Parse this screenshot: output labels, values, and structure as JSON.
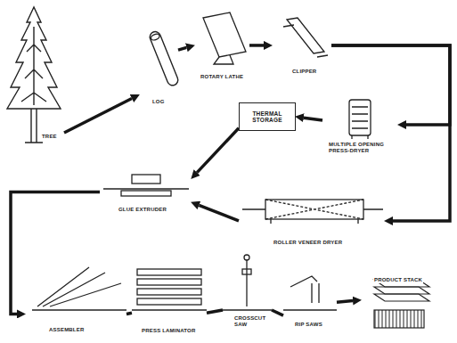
{
  "diagram": {
    "nodes": [
      {
        "text": [
          "TREE"
        ]
      },
      {
        "text": [
          "LOG"
        ]
      },
      {
        "text": [
          "ROTARY LATHE"
        ]
      },
      {
        "text": [
          "CLIPPER"
        ]
      },
      {
        "text": [
          "MULTIPLE OPENING PRESS-DRYER"
        ]
      },
      {
        "text": [
          "THERMAL STORAGE"
        ]
      },
      {
        "text": [
          "GLUE EXTRUDER"
        ]
      },
      {
        "text": [
          "ROLLER VENEER DRYER"
        ]
      },
      {
        "text": [
          "ASSEMBLER"
        ]
      },
      {
        "text": [
          "PRESS LAMINATOR"
        ]
      },
      {
        "text": [
          "CROSSCUT SAW"
        ]
      },
      {
        "text": [
          "RIP SAWS"
        ]
      },
      {
        "text": [
          "PRODUCT STACK"
        ]
      }
    ],
    "edges": [
      {
        "from": 0,
        "to": 1,
        "arrow": "to"
      },
      {
        "from": 1,
        "to": 2,
        "arrow": "to"
      },
      {
        "from": 2,
        "to": 3,
        "arrow": "to"
      },
      {
        "from": 3,
        "to": 4,
        "arrow": "to"
      },
      {
        "from": 3,
        "to": 7,
        "arrow": "to"
      },
      {
        "from": 4,
        "to": 5,
        "arrow": "to"
      },
      {
        "from": 5,
        "to": 6,
        "arrow": "to"
      },
      {
        "from": 7,
        "to": 6,
        "arrow": "to"
      },
      {
        "from": 6,
        "to": 8,
        "arrow": "to"
      },
      {
        "from": 8,
        "to": 9,
        "arrow": "none"
      },
      {
        "from": 9,
        "to": 10,
        "arrow": "none"
      },
      {
        "from": 10,
        "to": 11,
        "arrow": "none"
      },
      {
        "from": 11,
        "to": 12,
        "arrow": "to"
      }
    ]
  }
}
